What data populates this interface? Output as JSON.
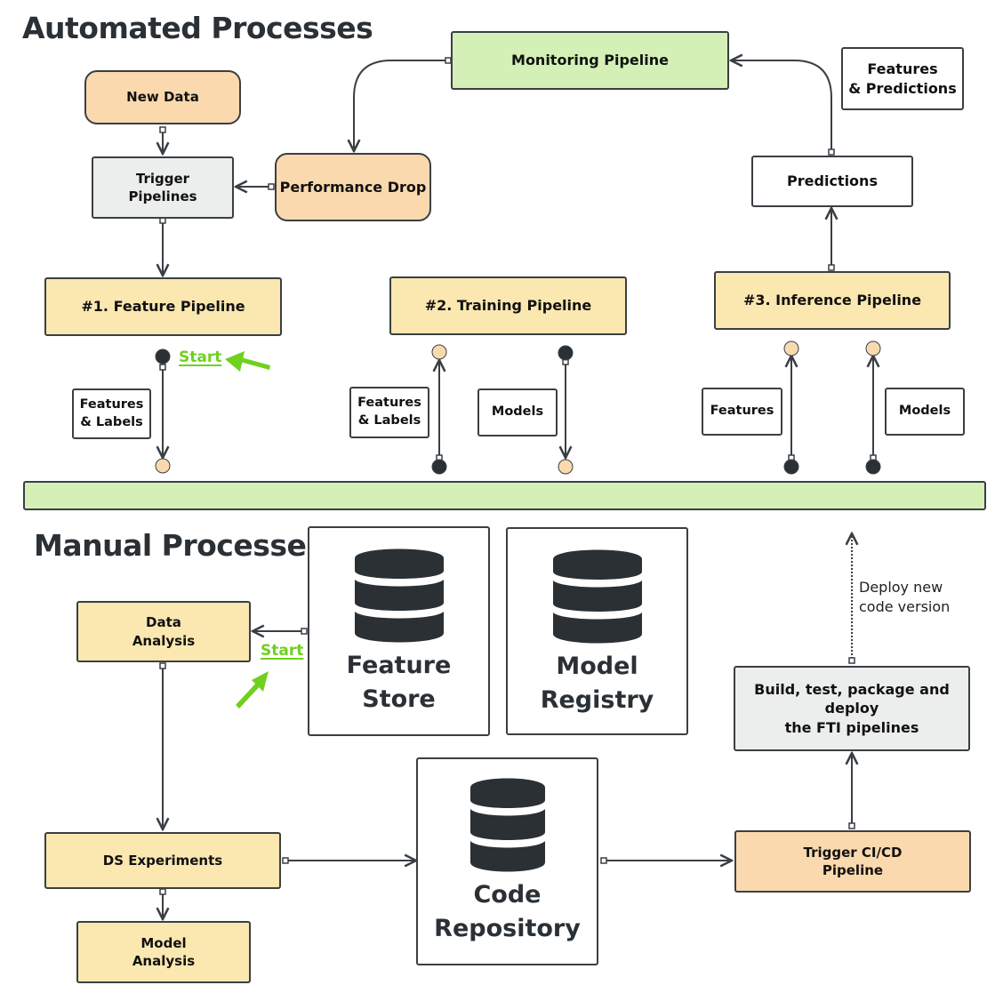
{
  "automated": {
    "title": "Automated Processes",
    "new_data": "New Data",
    "trigger_pipelines": [
      "Trigger",
      "Pipelines"
    ],
    "performance_drop": "Performance Drop",
    "monitoring_pipeline": "Monitoring Pipeline",
    "features_predictions": [
      "Features",
      "& Predictions"
    ],
    "predictions": "Predictions",
    "feature_pipeline": "#1. Feature Pipeline",
    "training_pipeline": "#2. Training Pipeline",
    "inference_pipeline": "#3. Inference Pipeline",
    "start_label": "Start",
    "fp_output_label": [
      "Features",
      "& Labels"
    ],
    "tp_input_label": [
      "Features",
      "& Labels"
    ],
    "tp_output_label": "Models",
    "ip_features_label": "Features",
    "ip_models_label": "Models"
  },
  "manual": {
    "title": "Manual Processes",
    "feature_store": [
      "Feature",
      "Store"
    ],
    "model_registry": [
      "Model",
      "Registry"
    ],
    "code_repository": [
      "Code",
      "Repository"
    ],
    "data_analysis": [
      "Data",
      "Analysis"
    ],
    "start_label": "Start",
    "ds_experiments": "DS Experiments",
    "model_analysis": [
      "Model",
      "Analysis"
    ],
    "trigger_cicd": [
      "Trigger CI/CD",
      "Pipeline"
    ],
    "build_test": [
      "Build, test, package and",
      "deploy",
      "the FTI pipelines"
    ],
    "deploy_note": [
      "Deploy new",
      "code version"
    ]
  },
  "colors": {
    "orange": "#fbd9ae",
    "yellow": "#fbe7b0",
    "green": "#d4f0b6",
    "gray": "#eceeed",
    "accent_start": "#6fd11e",
    "stroke": "#3a3f44"
  }
}
